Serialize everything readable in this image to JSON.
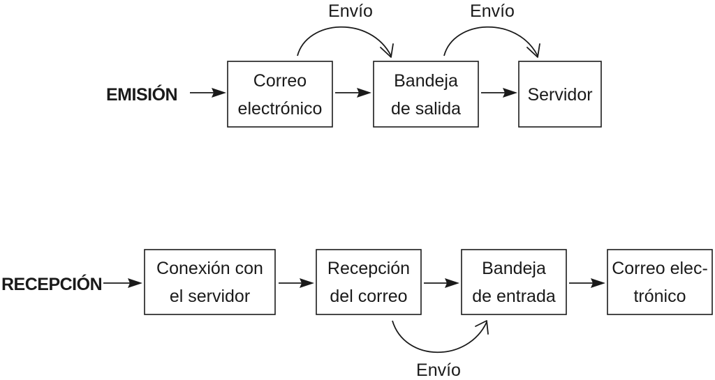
{
  "emision": {
    "label": "EMISIÓN",
    "boxes": [
      {
        "line1": "Correo",
        "line2": "electrónico"
      },
      {
        "line1": "Bandeja",
        "line2": "de salida"
      },
      {
        "line1": "Servidor"
      }
    ],
    "curve_labels": [
      "Envío",
      "Envío"
    ]
  },
  "recepcion": {
    "label": "RECEPCIÓN",
    "boxes": [
      {
        "line1": "Conexión con",
        "line2": "el servidor"
      },
      {
        "line1": "Recepción",
        "line2": "del correo"
      },
      {
        "line1": "Bandeja",
        "line2": "de entrada"
      },
      {
        "line1": "Correo elec-",
        "line2": "trónico"
      }
    ],
    "curve_labels": [
      "Envío"
    ]
  },
  "colors": {
    "ink": "#1a1a1a",
    "background": "#ffffff"
  }
}
